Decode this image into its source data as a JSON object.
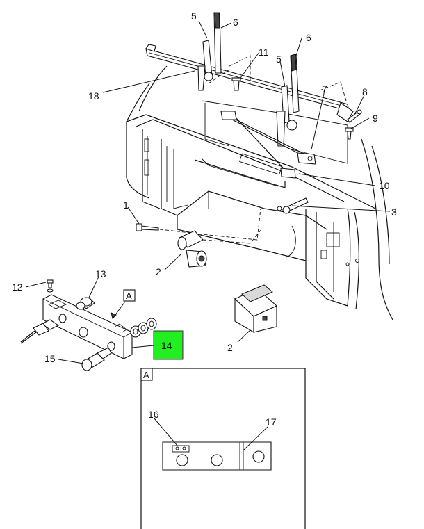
{
  "callouts": {
    "c1": "1",
    "c2a": "2",
    "c2b": "2",
    "c3": "3",
    "c5a": "5",
    "c5b": "5",
    "c6a": "6",
    "c6b": "6",
    "c7": "7",
    "c8": "8",
    "c9": "9",
    "c10": "10",
    "c11": "11",
    "c12": "12",
    "c13": "13",
    "c14": "14",
    "c15": "15",
    "c16": "16",
    "c17": "17",
    "c18": "18"
  },
  "view_refs": {
    "view_a_marker": "A",
    "detail_a_title": "A"
  },
  "colors": {
    "highlight": "#22ee22"
  }
}
